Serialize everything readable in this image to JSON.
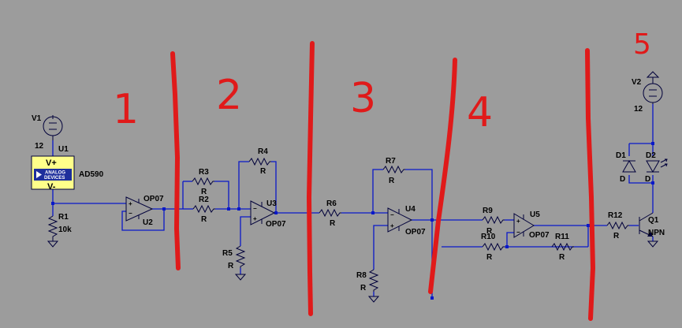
{
  "section_numbers": {
    "s1": "1",
    "s2": "2",
    "s3": "3",
    "s4": "4",
    "s5": "5"
  },
  "sources": {
    "v1": {
      "name": "V1",
      "value": "12"
    },
    "v2": {
      "name": "V2",
      "value": "12"
    }
  },
  "sensor": {
    "ref": "U1",
    "part": "AD590",
    "logo_line1": "ANALOG",
    "logo_line2": "DEVICES",
    "pin_plus": "V+",
    "pin_minus": "V-"
  },
  "opamps": {
    "u2": {
      "ref": "U2",
      "part": "OP07"
    },
    "u3": {
      "ref": "U3",
      "part": "OP07"
    },
    "u4": {
      "ref": "U4",
      "part": "OP07"
    },
    "u5": {
      "ref": "U5",
      "part": "OP07"
    }
  },
  "resistors": {
    "r1": {
      "ref": "R1",
      "value": "10k"
    },
    "r2": {
      "ref": "R2",
      "value": "R"
    },
    "r3": {
      "ref": "R3",
      "value": "R"
    },
    "r4": {
      "ref": "R4",
      "value": "R"
    },
    "r5": {
      "ref": "R5",
      "value": "R"
    },
    "r6": {
      "ref": "R6",
      "value": "R"
    },
    "r7": {
      "ref": "R7",
      "value": "R"
    },
    "r8": {
      "ref": "R8",
      "value": "R"
    },
    "r9": {
      "ref": "R9",
      "value": "R"
    },
    "r10": {
      "ref": "R10",
      "value": "R"
    },
    "r11": {
      "ref": "R11",
      "value": "R"
    },
    "r12": {
      "ref": "R12",
      "value": "R"
    }
  },
  "diodes": {
    "d1": {
      "ref": "D1",
      "value": "D"
    },
    "d2": {
      "ref": "D2",
      "value": "D"
    }
  },
  "transistor": {
    "ref": "Q1",
    "part": "NPN"
  },
  "colors": {
    "background": "#9c9c9c",
    "wire": "#0a19c8",
    "annotation": "#e01a1a",
    "component": "#00003a"
  }
}
